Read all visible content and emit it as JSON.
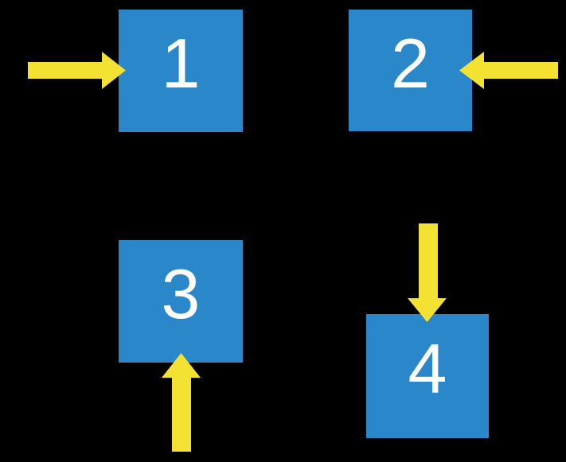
{
  "colors": {
    "background": "#000000",
    "box_fill": "#2A87C9",
    "arrow_fill": "#F3E231",
    "label": "#FFFFFF"
  },
  "diagram": {
    "description": "Four blue squares on a black background, each with a yellow block arrow pointing into one side",
    "boxes": [
      {
        "label": "1",
        "arrow_points": "right",
        "arrow_touches_side": "left"
      },
      {
        "label": "2",
        "arrow_points": "left",
        "arrow_touches_side": "right"
      },
      {
        "label": "3",
        "arrow_points": "up",
        "arrow_touches_side": "bottom"
      },
      {
        "label": "4",
        "arrow_points": "down",
        "arrow_touches_side": "top"
      }
    ]
  }
}
